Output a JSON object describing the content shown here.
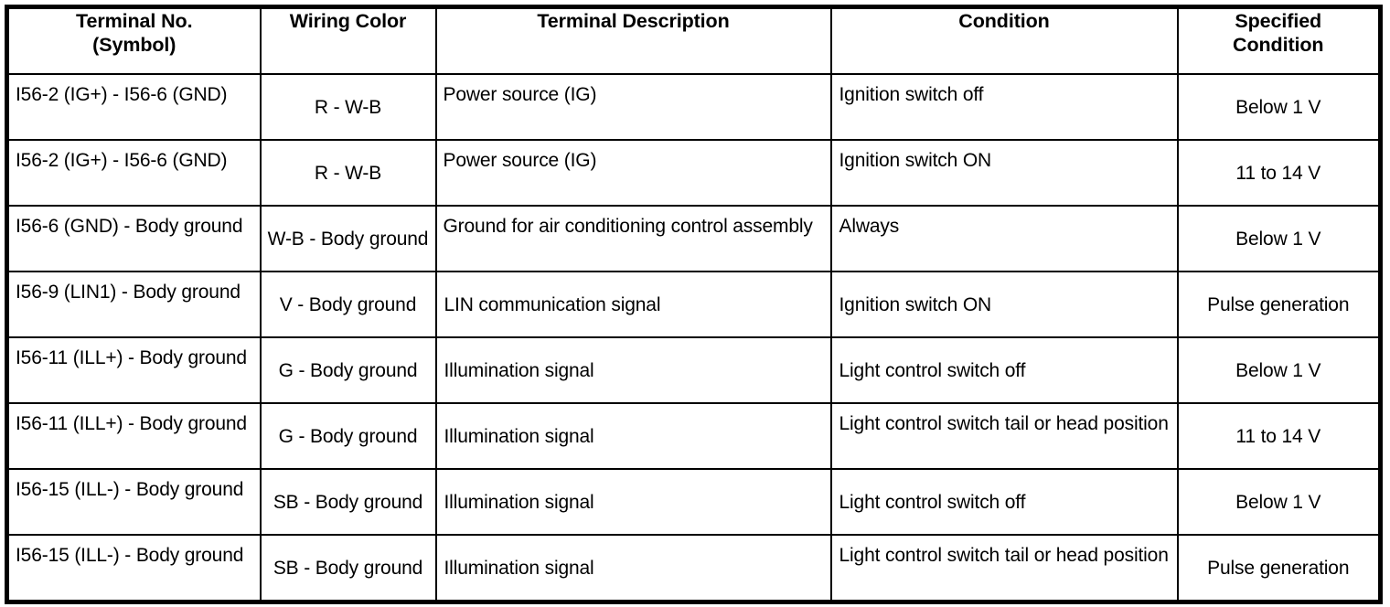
{
  "table": {
    "headers": [
      {
        "line1": "Terminal No.",
        "line2": "(Symbol)"
      },
      {
        "line1": "Wiring Color",
        "line2": ""
      },
      {
        "line1": "Terminal Description",
        "line2": ""
      },
      {
        "line1": "Condition",
        "line2": ""
      },
      {
        "line1": "Specified",
        "line2": "Condition"
      }
    ],
    "rows": [
      {
        "terminal": "I56-2 (IG+) - I56-6 (GND)",
        "wiring_color": "R - W-B",
        "description": "Power source (IG)",
        "condition": "Ignition switch off",
        "specified_condition": "Below 1 V"
      },
      {
        "terminal": "I56-2 (IG+) - I56-6 (GND)",
        "wiring_color": "R - W-B",
        "description": "Power source (IG)",
        "condition": "Ignition switch ON",
        "specified_condition": "11 to 14 V"
      },
      {
        "terminal": "I56-6 (GND) - Body ground",
        "wiring_color": "W-B - Body ground",
        "description": "Ground for air conditioning control assembly",
        "condition": "Always",
        "specified_condition": "Below 1 V"
      },
      {
        "terminal": "I56-9 (LIN1) - Body ground",
        "wiring_color": "V - Body ground",
        "description": "LIN communication signal",
        "condition": "Ignition switch ON",
        "specified_condition": "Pulse generation"
      },
      {
        "terminal": "I56-11 (ILL+) - Body ground",
        "wiring_color": "G - Body ground",
        "description": "Illumination signal",
        "condition": "Light control switch off",
        "specified_condition": "Below 1 V"
      },
      {
        "terminal": "I56-11 (ILL+) - Body ground",
        "wiring_color": "G - Body ground",
        "description": "Illumination signal",
        "condition": "Light control switch tail or head position",
        "specified_condition": "11 to 14 V"
      },
      {
        "terminal": "I56-15 (ILL-) - Body ground",
        "wiring_color": "SB - Body ground",
        "description": "Illumination signal",
        "condition": "Light control switch off",
        "specified_condition": "Below 1 V"
      },
      {
        "terminal": "I56-15 (ILL-) - Body ground",
        "wiring_color": "SB - Body ground",
        "description": "Illumination signal",
        "condition": "Light control switch tail or head position",
        "specified_condition": "Pulse generation"
      }
    ]
  }
}
